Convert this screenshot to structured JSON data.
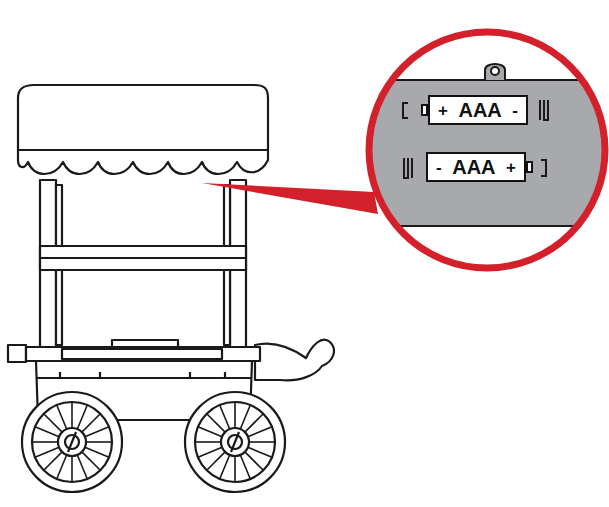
{
  "diagram": {
    "nodes": [
      {
        "text": [
          "+",
          "AAA",
          "-"
        ]
      },
      {
        "text": [
          "-",
          "AAA",
          "+"
        ]
      }
    ]
  }
}
